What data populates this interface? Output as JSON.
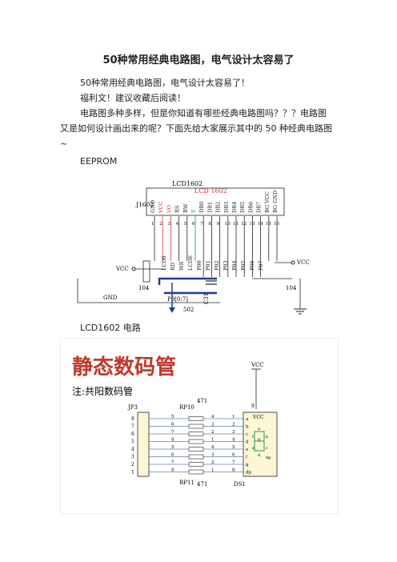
{
  "doc": {
    "title": "50种常用经典电路图，电气设计太容易了",
    "para1": "50种常用经典电路图，电气设计太容易了！",
    "para2": "福利文！建议收藏后阅读！",
    "para3a": "电路图多种多样，但是你知道有哪些经典电路图吗？？？电路图",
    "para3b": "又是如何设计画出来的呢？下面先给大家展示其中的 50 种经典电路图",
    "para3c": "~",
    "section1": "EEPROM",
    "caption1": "LCD1602 电路"
  },
  "fig1": {
    "title": "LCD1602",
    "subtitle": "LCD 1602",
    "connector": "J1602",
    "pins": [
      "GND",
      "VCC",
      "VO",
      "RS",
      "RW",
      "E",
      "DB0",
      "DB1",
      "DB2",
      "DB3",
      "DB4",
      "DB5",
      "DB6",
      "DB7",
      "BG VCC",
      "BG GND"
    ],
    "pin_numbers": [
      "1",
      "2",
      "3",
      "4",
      "5",
      "6",
      "7",
      "8",
      "9",
      "10",
      "11",
      "12",
      "13",
      "14",
      "15",
      "16"
    ],
    "signals": [
      "LCD0",
      "RD",
      "WR",
      "LCDE",
      "P00",
      "P01",
      "P02",
      "P03",
      "P04",
      "P05",
      "P06",
      "P07"
    ],
    "bus": "P0[0:7]",
    "vcc_left": "VCC",
    "vcc_right": "VCC",
    "gnd": "GND",
    "r_left": "104",
    "r_right": "104",
    "cap": "C31",
    "pot": "502"
  },
  "fig2": {
    "heading": "静态数码管",
    "note": "注:共阳数码管",
    "vcc": "VCC",
    "jp": "JP3",
    "rp_top": "RP10",
    "rp_top_val": "471",
    "rp_bot": "RP11",
    "rp_bot_val": "471",
    "ds": "DS1",
    "ds_vcc": "VCC",
    "pin9": "9",
    "jp_pins": [
      "8",
      "7",
      "6",
      "5",
      "4",
      "3",
      "2",
      "1"
    ],
    "rp_left": [
      "5",
      "6",
      "7",
      "8",
      "5",
      "6",
      "7",
      "8"
    ],
    "rp_right": [
      "4",
      "3",
      "2",
      "1",
      "4",
      "3",
      "2",
      "1"
    ],
    "ds_pins": [
      "1",
      "2",
      "3",
      "4",
      "5",
      "6",
      "7",
      "8"
    ],
    "segs": [
      "a",
      "b",
      "c",
      "d",
      "e",
      "f",
      "g",
      "dp"
    ],
    "seg_inner": [
      "a",
      "f",
      "b",
      "g",
      "e",
      "c",
      "d",
      "dp"
    ]
  },
  "colors": {
    "bus": "#1f3d8f",
    "red": "#d23030",
    "green": "#1e9a3c",
    "heading": "#c0392b"
  }
}
